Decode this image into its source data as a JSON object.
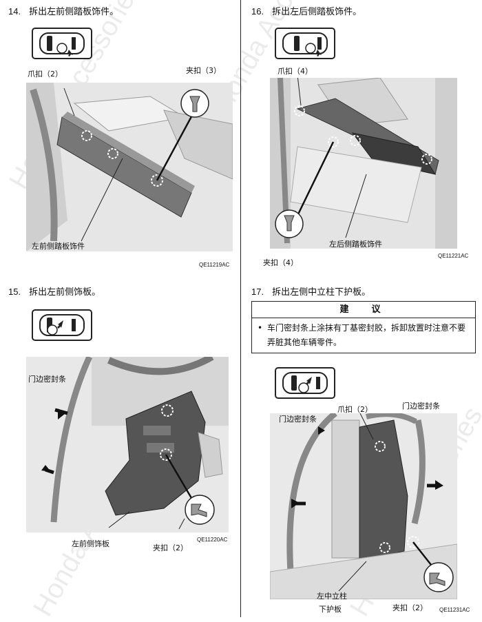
{
  "watermark": "Honda Accessories",
  "steps": {
    "s14": {
      "num": "14.",
      "title": "拆出左前侧踏板饰件。",
      "labels": {
        "claw": "爪扣（2）",
        "clip": "夹扣（3）",
        "part": "左前侧踏板饰件"
      },
      "code": "QE11219AC"
    },
    "s16": {
      "num": "16.",
      "title": "拆出左后侧踏板饰件。",
      "labels": {
        "claw": "爪扣（4）",
        "clip": "夹扣（4）",
        "part": "左后侧踏板饰件"
      },
      "code": "QE11221AC"
    },
    "s15": {
      "num": "15.",
      "title": "拆出左前侧饰板。",
      "labels": {
        "seal": "门边密封条",
        "part": "左前侧饰板",
        "clip": "夹扣（2）"
      },
      "code": "QE11220AC"
    },
    "s17": {
      "num": "17.",
      "title": "拆出左侧中立柱下护板。",
      "advice": {
        "title": "建　议",
        "bullet": "•",
        "text": "车门密封条上涂抹有丁基密封胶，拆卸放置时注意不要弄脏其他车辆零件。"
      },
      "labels": {
        "claw": "爪扣（2）",
        "seal_left": "门边密封条",
        "seal_right": "门边密封条",
        "part_line1": "左中立柱",
        "part_line2": "下护板",
        "clip": "夹扣（2）"
      },
      "code": "QE11231AC"
    }
  },
  "colors": {
    "panel_dark": "#555555",
    "metal": "#e5e5e5",
    "line": "#222222"
  }
}
